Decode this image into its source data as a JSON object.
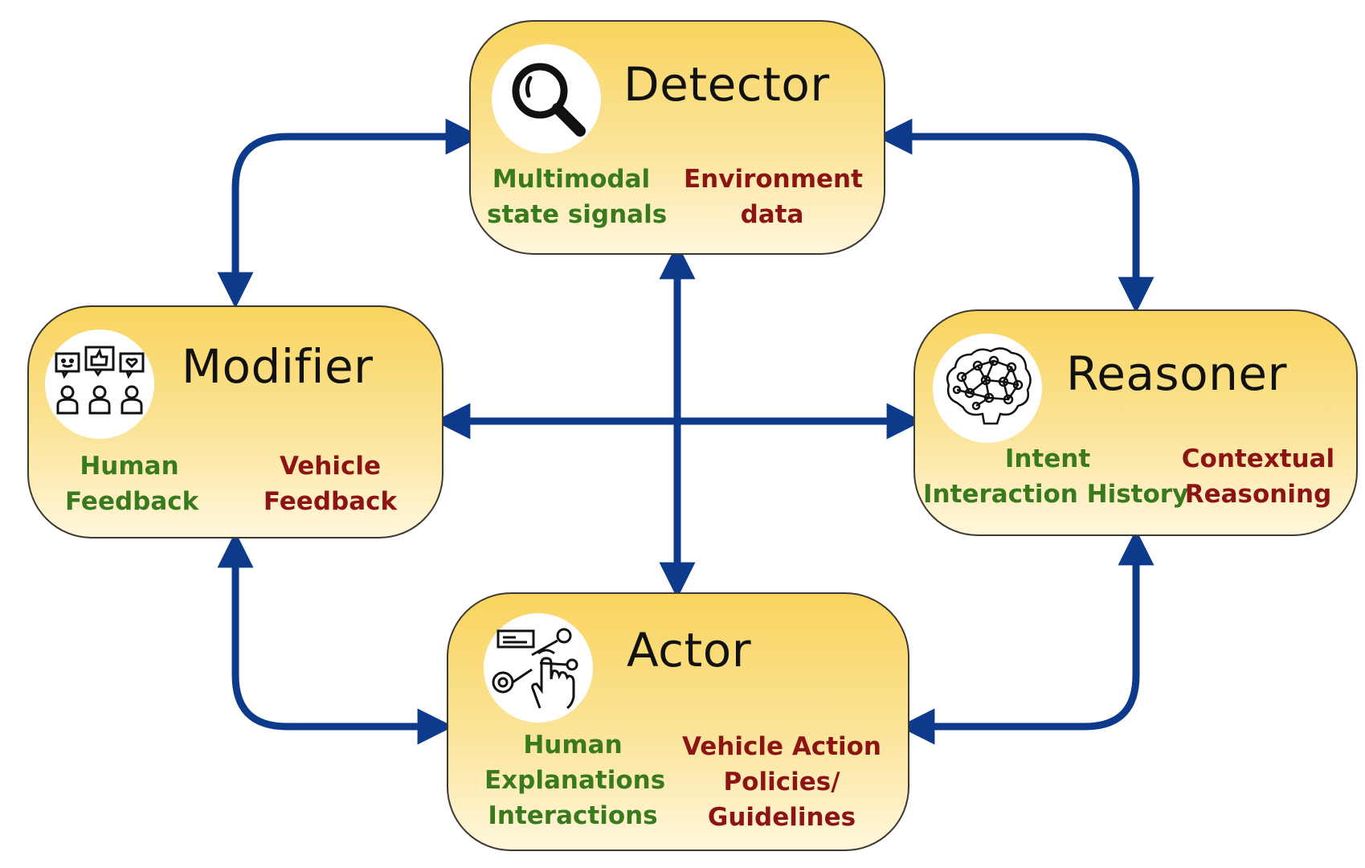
{
  "colors": {
    "arrow": "#0d3a8a",
    "green_label": "#3a7a1e",
    "red_label": "#8c1414",
    "box_top": "#f9d45e",
    "box_bottom": "#fff7dc",
    "box_border": "#3d3a33"
  },
  "detector": {
    "title": "Detector",
    "icon": "magnifier-icon",
    "green": [
      "Multimodal",
      "state signals"
    ],
    "red": [
      "Environment",
      "data"
    ]
  },
  "modifier": {
    "title": "Modifier",
    "icon": "feedback-people-icon",
    "green": [
      "Human",
      "Feedback"
    ],
    "red": [
      "Vehicle",
      "Feedback"
    ]
  },
  "reasoner": {
    "title": "Reasoner",
    "icon": "brain-network-icon",
    "green": [
      "Intent",
      "Interaction History"
    ],
    "red": [
      "Contextual",
      "Reasoning"
    ]
  },
  "actor": {
    "title": "Actor",
    "icon": "touch-interaction-icon",
    "green": [
      "Human",
      "Explanations",
      "Interactions"
    ],
    "red": [
      "Vehicle Action",
      "Policies/",
      "Guidelines"
    ]
  }
}
